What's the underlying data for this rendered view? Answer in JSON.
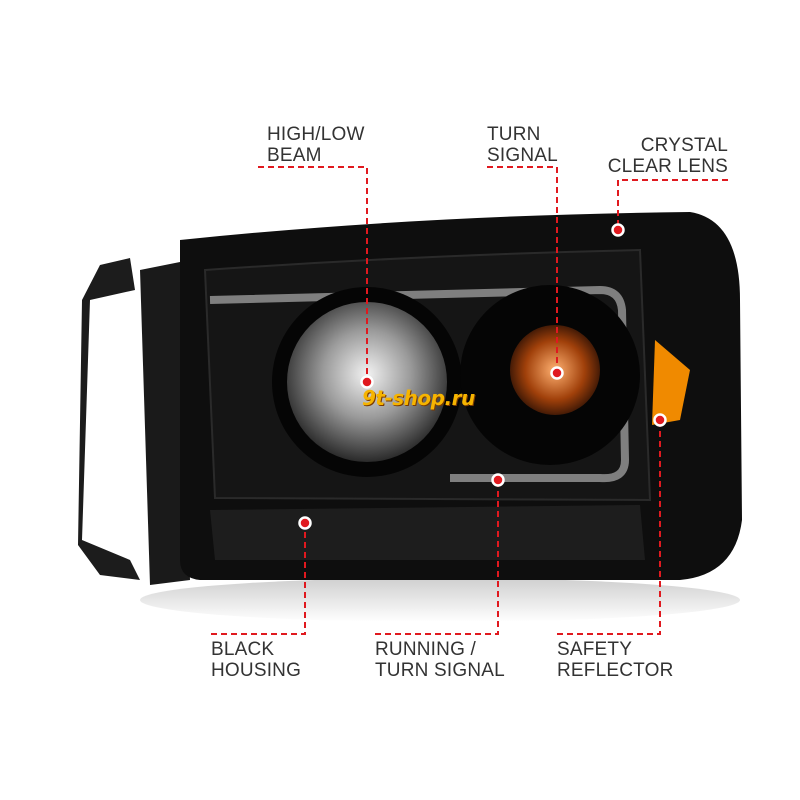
{
  "callouts": {
    "high_low_beam": [
      "HIGH/LOW",
      "BEAM"
    ],
    "turn_signal": [
      "TURN",
      "SIGNAL"
    ],
    "crystal_clear_lens": [
      "CRYSTAL",
      "CLEAR LENS"
    ],
    "black_housing": [
      "BLACK",
      "HOUSING"
    ],
    "running_turn_signal": [
      "RUNNING /",
      "TURN SIGNAL"
    ],
    "safety_reflector": [
      "SAFETY",
      "REFLECTOR"
    ]
  },
  "watermark": "9t-shop.ru",
  "colors": {
    "leader": "#e0191f",
    "text": "#333333",
    "housing": "#111111",
    "reflector": "#f08a00"
  }
}
